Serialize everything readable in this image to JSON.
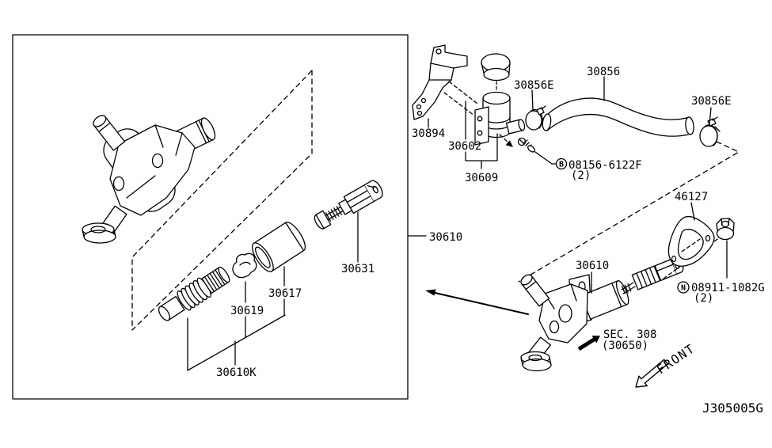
{
  "drawing_code": "J305005G",
  "views": {
    "exploded_box": {
      "labels": {
        "assembly": "30610",
        "clevis": "30631",
        "bushing": "30617",
        "seal": "30619",
        "repair_kit": "30610K"
      }
    },
    "installed": {
      "labels": {
        "bracket": "30894",
        "reservoir_tank": "30602",
        "reservoir_assy": "30609",
        "clamp_a": "30856E",
        "hose": "30856",
        "clamp_b": "30856E",
        "bolt_prefix": "B",
        "bolt": "08156-6122F",
        "bolt_qty": "(2)",
        "cylinder": "30610",
        "gasket": "46127",
        "nut_prefix": "N",
        "nut": "08911-1082G",
        "nut_qty": "(2)"
      }
    }
  },
  "annotations": {
    "section_ref": "SEC. 308",
    "section_part": "(30650)",
    "front_label": "FRONT"
  }
}
